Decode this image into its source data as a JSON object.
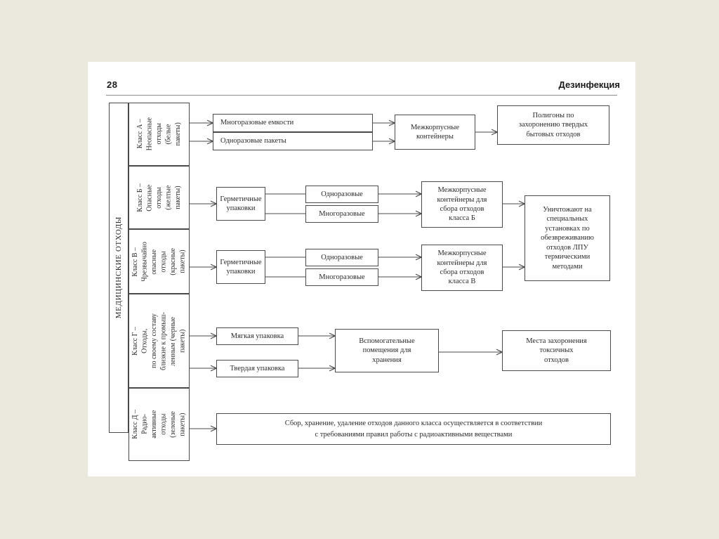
{
  "header": {
    "page_number": "28",
    "section_title": "Дезинфекция"
  },
  "diagram": {
    "spine_label": "МЕДИЦИНСКИЕ ОТХОДЫ",
    "classes": [
      {
        "id": "a",
        "label": "Класс А –\nНеопасные\nотходы\n(белые\nпакеты)"
      },
      {
        "id": "b",
        "label": "Класс Б –\nОпасные\nотходы\n(желтые\nпакеты)"
      },
      {
        "id": "v",
        "label": "Класс В –\nЧрезвычайно\nопасные\nотходы\n(красные\nпакеты)"
      },
      {
        "id": "g",
        "label": "Класс Г –\nОтходы,\nпо своему составу\nблизкие к промыш-\nленным (черные\nпакеты)"
      },
      {
        "id": "d",
        "label": "Класс Д –\nРадио-\nактивные\nотходы\n(зеленые\nпакеты)"
      }
    ],
    "row_a": {
      "multi_use_containers": "Многоразовые емкости",
      "single_use_bags": "Одноразовые пакеты",
      "intercorpus_containers": "Межкорпусные\nконтейнеры",
      "landfills": "Полигоны по\nзахоронению твердых\nбытовых отходов"
    },
    "row_b": {
      "sealed_packaging": "Герметичные\nупаковки",
      "single_use": "Одноразовые",
      "multi_use": "Многоразовые",
      "intercorpus_containers": "Межкорпусные\nконтейнеры для\nсбора отходов\nкласса Б"
    },
    "row_v": {
      "sealed_packaging": "Герметичные\nупаковки",
      "single_use": "Одноразовые",
      "multi_use": "Многоразовые",
      "intercorpus_containers": "Межкорпусные\nконтейнеры для\nсбора отходов\nкласса В"
    },
    "destruction": "Уничтожают на\nспециальных\nустановках по\nобезвреживанию\nотходов ЛПУ\nтермическими\nметодами",
    "row_g": {
      "soft_packaging": "Мягкая упаковка",
      "hard_packaging": "Твердая упаковка",
      "storage_rooms": "Вспомогательные\nпомещения для\nхранения",
      "toxic_burial": "Места захоронения\nтоксичных\nотходов"
    },
    "row_d": {
      "statement": "Сбор, хранение, удаление отходов данного класса осуществляется в соответствии\nс требованиями правил работы с радиоактивными веществами"
    }
  },
  "colors": {
    "page_background": "#ffffff",
    "outer_background": "#ebe9de",
    "line": "#4a4a4a",
    "text": "#2b2b2b"
  }
}
